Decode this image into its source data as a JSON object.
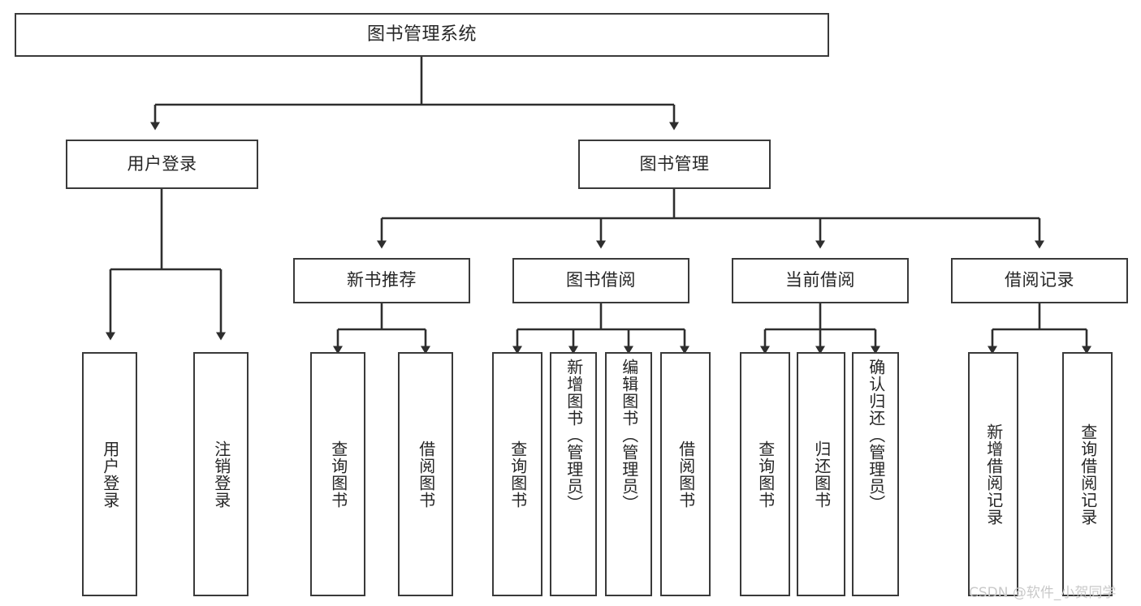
{
  "diagram": {
    "title": "图书管理系统",
    "type": "tree-hierarchy-diagram",
    "style": {
      "background": "#ffffff",
      "box_fill": "#ffffff",
      "box_border": "#3a3a3a",
      "text_color": "#262626",
      "connector_color": "#2e2e2e"
    },
    "root": {
      "label": "图书管理系统"
    },
    "level2": [
      {
        "label": "用户登录"
      },
      {
        "label": "图书管理"
      }
    ],
    "level3": [
      {
        "label": "新书推荐"
      },
      {
        "label": "图书借阅"
      },
      {
        "label": "当前借阅"
      },
      {
        "label": "借阅记录"
      }
    ],
    "leaves": {
      "user_login": [
        {
          "label": "用户登录"
        },
        {
          "label": "注销登录"
        }
      ],
      "new_book_recommend": [
        {
          "label": "查询图书"
        },
        {
          "label": "借阅图书"
        }
      ],
      "book_borrow": [
        {
          "label": "查询图书"
        },
        {
          "label": "新增图书（管理员）"
        },
        {
          "label": "编辑图书（管理员）"
        },
        {
          "label": "借阅图书"
        }
      ],
      "current_borrow": [
        {
          "label": "查询图书"
        },
        {
          "label": "归还图书"
        },
        {
          "label": "确认归还（管理员）"
        }
      ],
      "borrow_record": [
        {
          "label": "新增借阅记录"
        },
        {
          "label": "查询借阅记录"
        }
      ]
    }
  },
  "watermark": {
    "text": "CSDN @软件_小贺同学"
  }
}
